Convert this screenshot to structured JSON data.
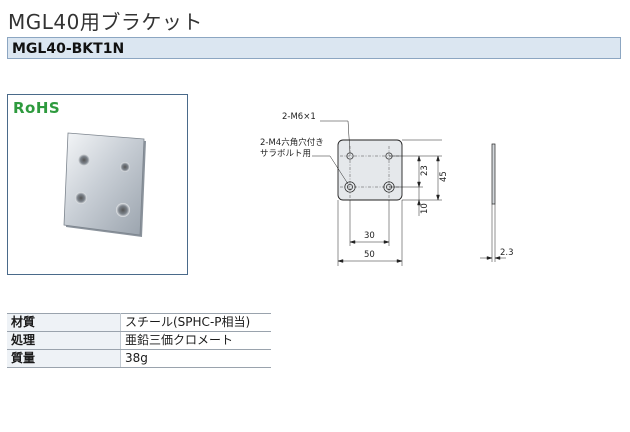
{
  "title": "MGL40用ブラケット",
  "model": "MGL40-BKT1N",
  "badge": "RoHS",
  "drawing": {
    "label_m6": "2-M6×1",
    "label_m4_line1": "2-M4六角穴付き",
    "label_m4_line2": "サラボルト用",
    "dim_30": "30",
    "dim_50": "50",
    "dim_23": "23",
    "dim_45": "45",
    "dim_10": "10",
    "dim_2_3": "2.3"
  },
  "specs": [
    {
      "key": "材質",
      "value": "スチール(SPHC-P相当)"
    },
    {
      "key": "処理",
      "value": "亜鉛三価クロメート"
    },
    {
      "key": "質量",
      "value": "38g"
    }
  ]
}
